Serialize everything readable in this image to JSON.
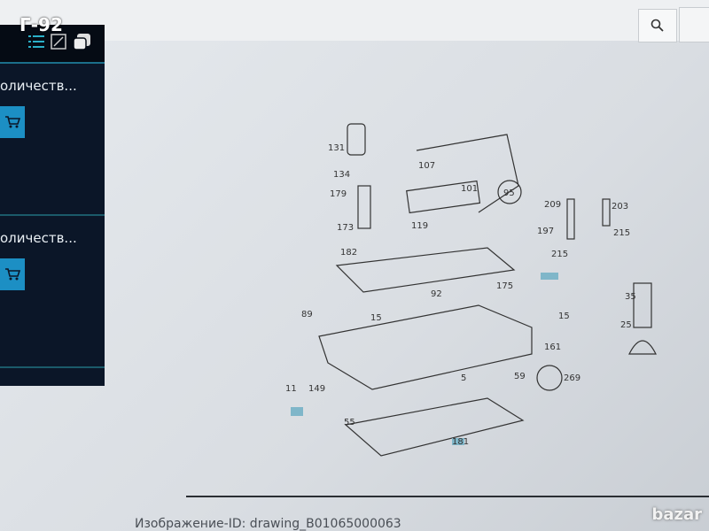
{
  "watermark": "Г-92",
  "panel": {
    "items": [
      {
        "label": "оличеств...",
        "cart_icon": "cart-icon"
      },
      {
        "label": "оличеств...",
        "cart_icon": "cart-icon"
      }
    ]
  },
  "diagram": {
    "labels": [
      "131",
      "134",
      "179",
      "173",
      "182",
      "107",
      "101",
      "95",
      "119",
      "209",
      "203",
      "197",
      "215",
      "215",
      "92",
      "175",
      "89",
      "15",
      "15",
      "161",
      "269",
      "59",
      "5",
      "149",
      "11",
      "55",
      "35",
      "25",
      "181"
    ]
  },
  "caption": "Изображение-ID: drawing_B01065000063",
  "logo": "bazar"
}
